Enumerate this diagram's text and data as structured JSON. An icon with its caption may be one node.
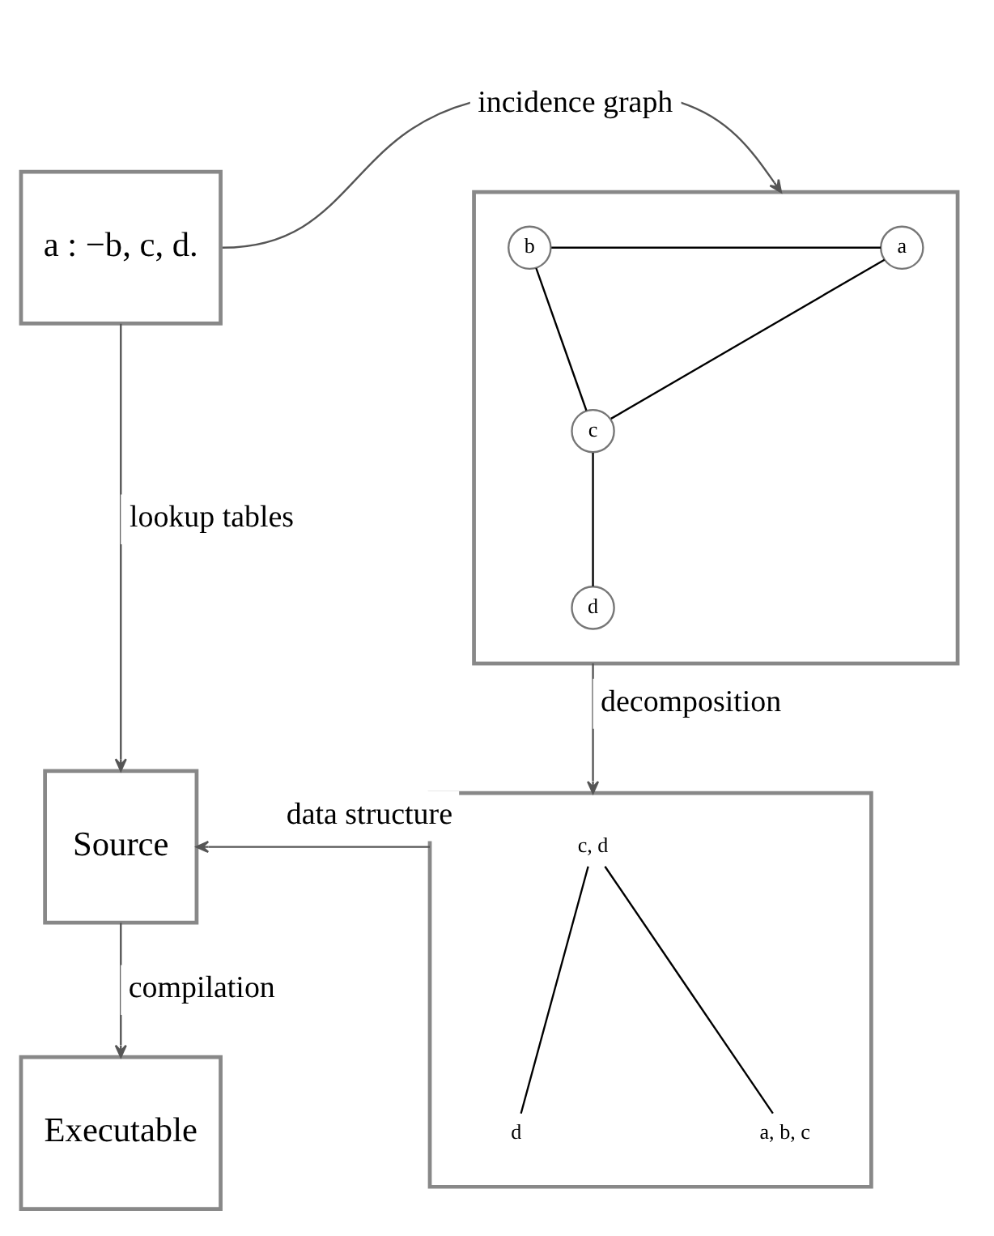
{
  "diagram": {
    "nodes": [
      {
        "text": [
          "a : −b, c, d."
        ]
      },
      {
        "text": [],
        "shape": "box"
      },
      {
        "text": [
          "a"
        ],
        "in": 1
      },
      {
        "text": [
          "b"
        ],
        "in": 1
      },
      {
        "text": [
          "c"
        ],
        "in": 1
      },
      {
        "text": [
          "d"
        ],
        "in": 1
      },
      {
        "text": [
          "Source"
        ]
      },
      {
        "text": [],
        "shape": "box"
      },
      {
        "text": [
          "c, d"
        ],
        "in": 7
      },
      {
        "text": [
          "d"
        ],
        "in": 7
      },
      {
        "text": [
          "a, b, c"
        ],
        "in": 7
      },
      {
        "text": [
          "Executable"
        ]
      }
    ],
    "edges": [
      {
        "from": 0,
        "to": 1,
        "arrow": "to",
        "label": "incidence graph"
      },
      {
        "from": 2,
        "to": 3,
        "arrow": "none"
      },
      {
        "from": 2,
        "to": 4,
        "arrow": "none"
      },
      {
        "from": 3,
        "to": 4,
        "arrow": "none"
      },
      {
        "from": 4,
        "to": 5,
        "arrow": "none"
      },
      {
        "from": 0,
        "to": 6,
        "arrow": "to",
        "label": "lookup tables"
      },
      {
        "from": 1,
        "to": 7,
        "arrow": "to",
        "label": "decomposition"
      },
      {
        "from": 8,
        "to": 9,
        "arrow": "none"
      },
      {
        "from": 8,
        "to": 10,
        "arrow": "none"
      },
      {
        "from": 7,
        "to": 6,
        "arrow": "to",
        "label": "data structure"
      },
      {
        "from": 6,
        "to": 11,
        "arrow": "to",
        "label": "compilation"
      }
    ]
  }
}
